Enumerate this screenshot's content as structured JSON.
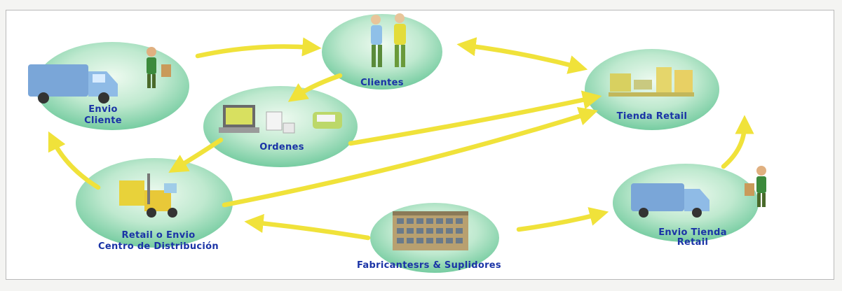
{
  "nodes": {
    "clientes": {
      "label": "Clientes"
    },
    "tienda_retail": {
      "label": "Tienda Retail"
    },
    "envio_cliente": {
      "label_line1": "Envio",
      "label_line2": "Cliente"
    },
    "ordenes": {
      "label": "Ordenes"
    },
    "retail_envio": {
      "label_line1": "Retail o Envio",
      "label_line2": "Centro de Distribución"
    },
    "envio_tienda": {
      "label_line1": "Envio Tienda",
      "label_line2": "Retail"
    },
    "fabricantes": {
      "label": "Fabricantesrs & Suplidores"
    }
  },
  "colors": {
    "node_fill_light": "#e8f8ec",
    "node_fill_dark": "#7fd0a8",
    "arrow": "#f0e23a",
    "label": "#1a33a6",
    "frame_border": "#b9b9b9"
  }
}
